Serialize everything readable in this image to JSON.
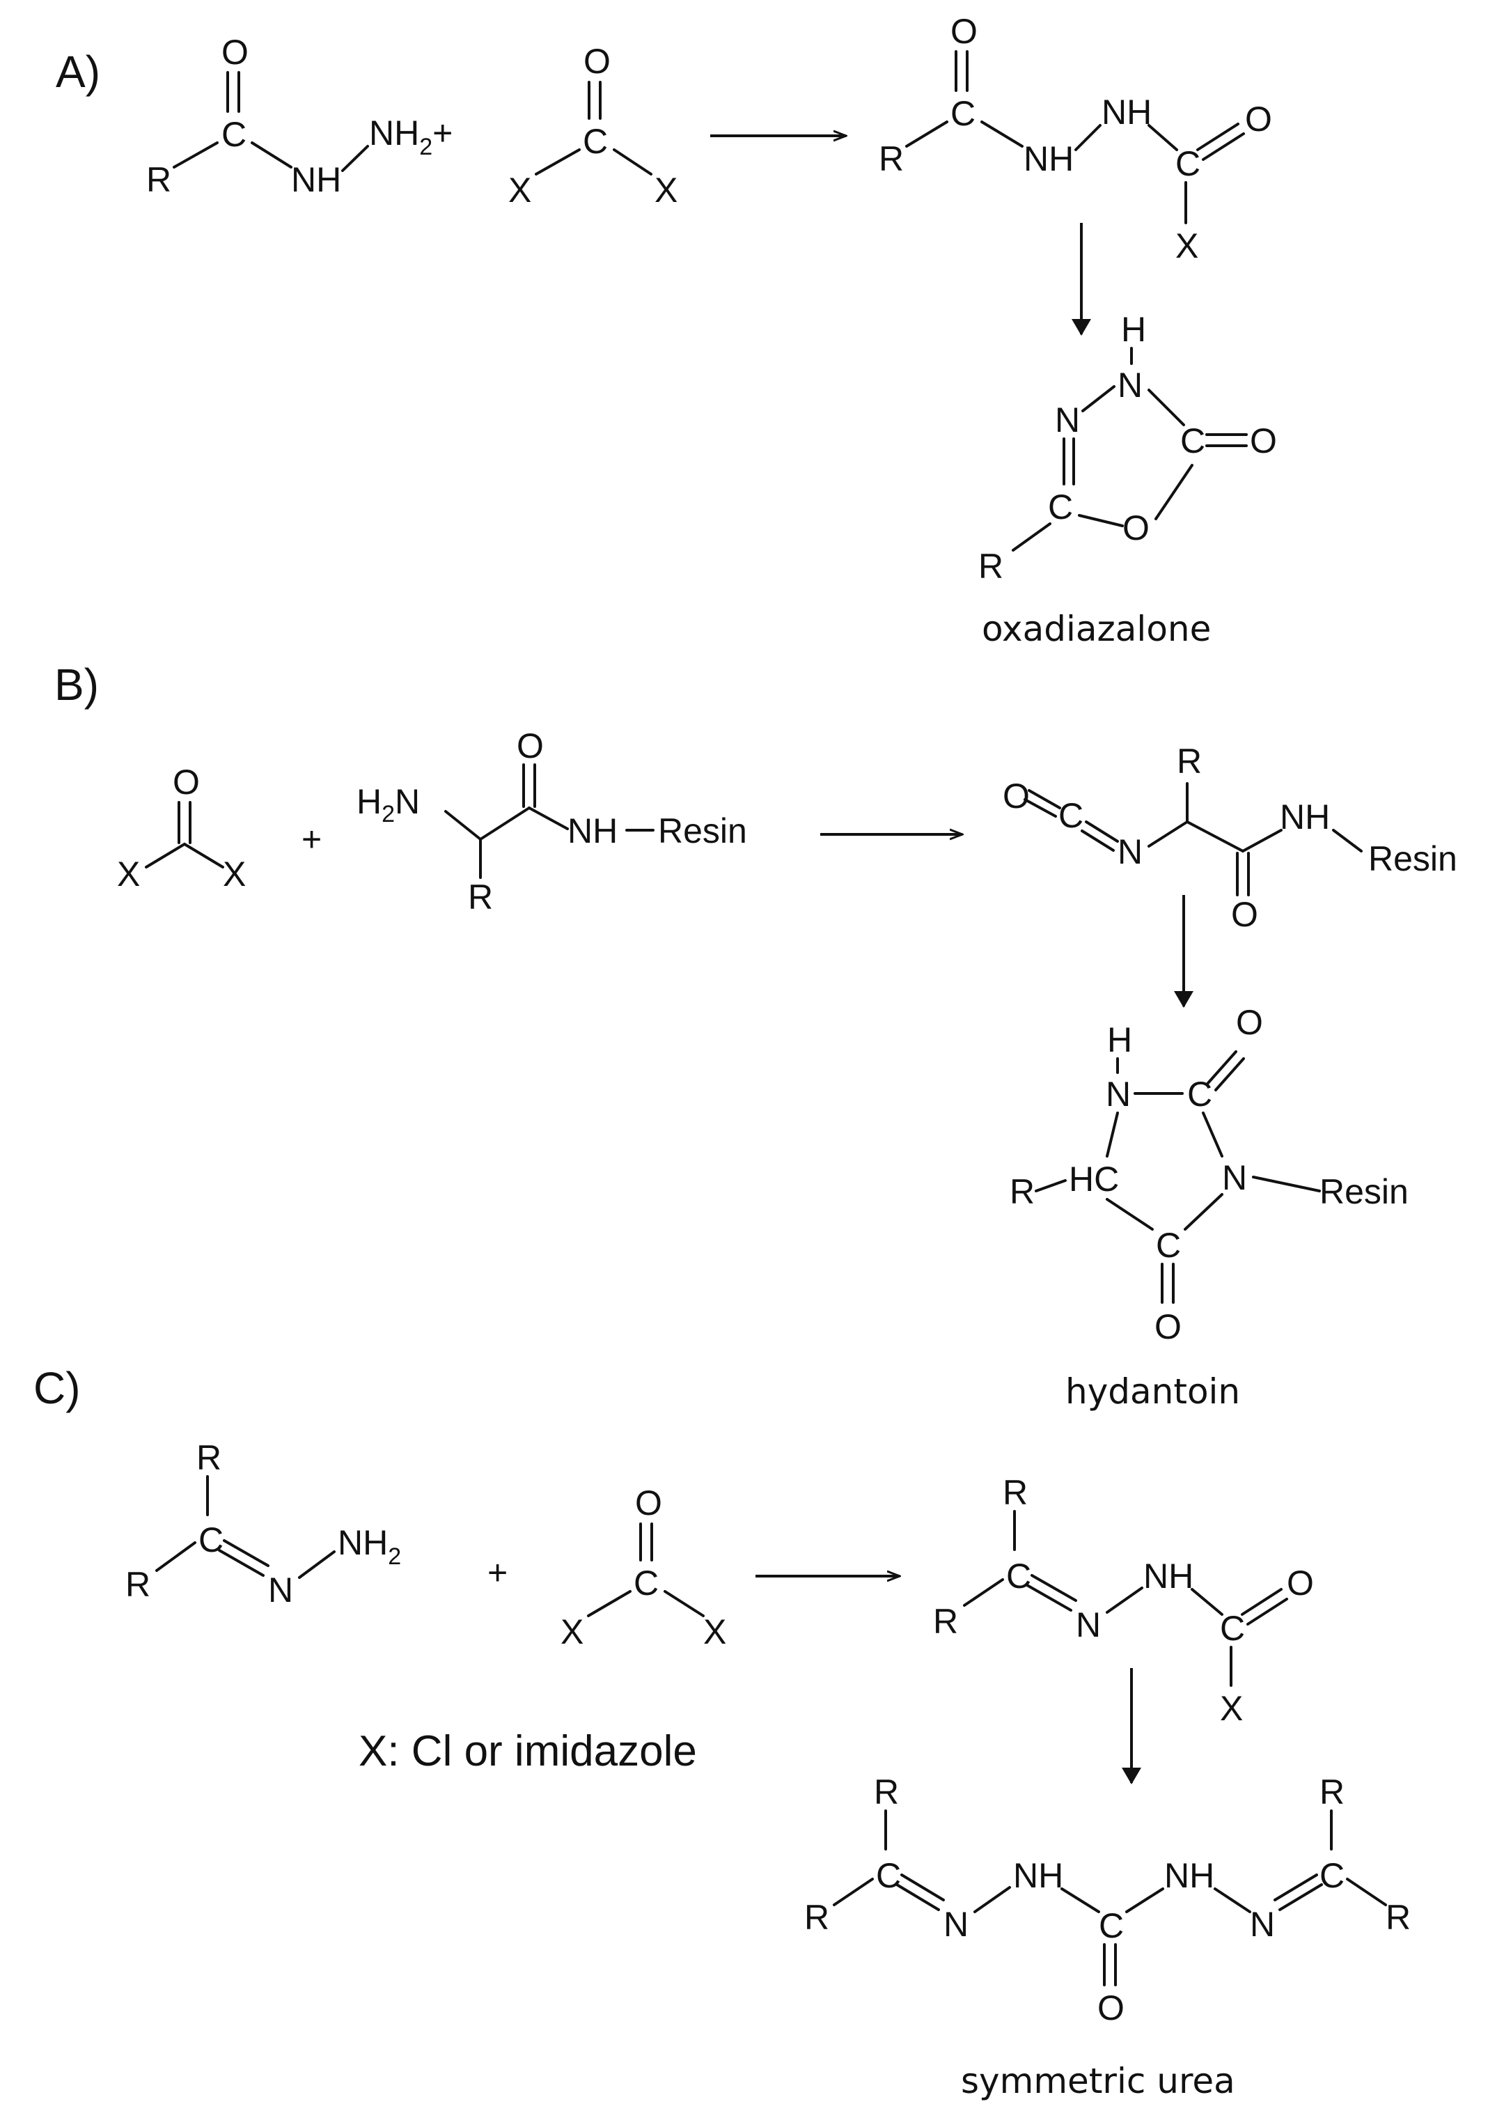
{
  "panels": [
    {
      "label": "A)",
      "product_name": "oxadiazalone",
      "reagent_1": {
        "O": "O",
        "C": "C",
        "R": "R",
        "NH": "NH",
        "NH2": "NH",
        "sub2": "2",
        "plus": "+"
      },
      "reagent_2": {
        "O": "O",
        "C": "C",
        "X1": "X",
        "X2": "X"
      },
      "intermediate": {
        "O1": "O",
        "C1": "C",
        "R": "R",
        "NH1": "NH",
        "NH2": "NH",
        "C2": "C",
        "O2": "O",
        "X": "X"
      },
      "product": {
        "H": "H",
        "N1": "N",
        "N2": "N",
        "C1": "C",
        "O1": "O",
        "C2": "C",
        "O2": "O",
        "R": "R"
      }
    },
    {
      "label": "B)",
      "product_name": "hydantoin",
      "reagent_1": {
        "O": "O",
        "X1": "X",
        "X2": "X"
      },
      "plus": "+",
      "reagent_2": {
        "H": "H",
        "sub2": "2",
        "N": "N",
        "O": "O",
        "NH": "NH",
        "dash": "—",
        "resin": "Resin",
        "R": "R"
      },
      "intermediate": {
        "O": "O",
        "C": "C",
        "N": "N",
        "R": "R",
        "NH": "NH",
        "resin": "Resin",
        "O2": "O"
      },
      "product": {
        "H": "H",
        "N1": "N",
        "C1": "C",
        "O1": "O",
        "HC": "HC",
        "R": "R",
        "N2": "N",
        "resin": "Resin",
        "C2": "C",
        "O2": "O"
      }
    },
    {
      "label": "C)",
      "product_name": "symmetric urea",
      "note": "X: Cl or imidazole",
      "reagent_1": {
        "R1": "R",
        "C": "C",
        "R2": "R",
        "N": "N",
        "NH2": "NH",
        "sub2": "2"
      },
      "plus": "+",
      "reagent_2": {
        "O": "O",
        "C": "C",
        "X1": "X",
        "X2": "X"
      },
      "intermediate": {
        "R1": "R",
        "C1": "C",
        "R2": "R",
        "N": "N",
        "NH": "NH",
        "C2": "C",
        "O": "O",
        "X": "X"
      },
      "product": {
        "R1": "R",
        "C1": "C",
        "R2": "R",
        "N1": "N",
        "NH1": "NH",
        "C2": "C",
        "O": "O",
        "NH2": "NH",
        "N2": "N",
        "C3": "C",
        "R3": "R",
        "R4": "R"
      }
    }
  ]
}
